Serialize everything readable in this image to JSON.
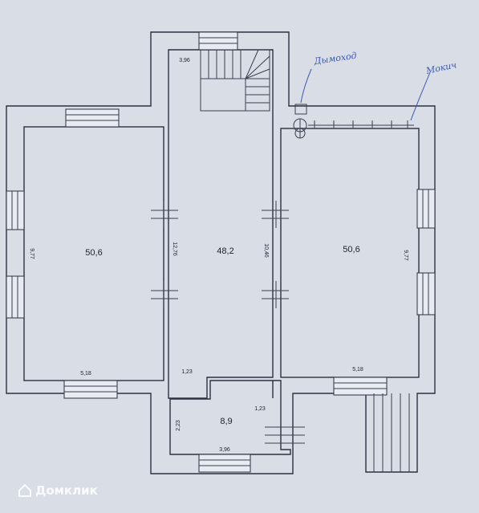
{
  "rooms": {
    "left": {
      "area": "50,6",
      "width": "5,18",
      "length": "9,77"
    },
    "center": {
      "area": "48,2",
      "length_left": "12,76",
      "length_right": "10,46",
      "top_width": "3,96",
      "lower_width": "1,23"
    },
    "right": {
      "area": "50,6",
      "width": "5,18",
      "length": "9,77"
    },
    "vestibule": {
      "area": "8,9",
      "width": "3,96",
      "height": "2,23",
      "side": "1,23"
    }
  },
  "annotations": {
    "chimney": "Дымоход",
    "vent": "Мокич"
  },
  "watermark": {
    "brand": "Домклик"
  },
  "colors": {
    "paper": "#d9dde6",
    "ink": "#2c3040",
    "pen": "#3b57b8"
  }
}
